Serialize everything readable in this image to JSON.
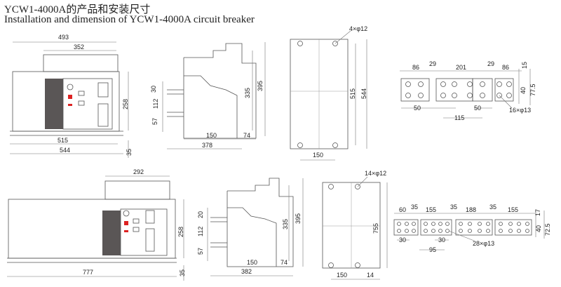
{
  "title_cn": "YCW1-4000A的产品和安装尺寸",
  "title_en": "Installation and dimension of YCW1-4000A circuit breaker",
  "top": {
    "front": {
      "w493": "493",
      "w352": "352",
      "h258": "258",
      "w515": "515",
      "w544": "544",
      "h35": "35"
    },
    "side": {
      "h30": "30",
      "h112": "112",
      "h57": "57",
      "h335": "335",
      "h395": "395",
      "w150": "150",
      "w74": "74",
      "w378": "378"
    },
    "base": {
      "holes": "4×φ12",
      "h515": "515",
      "h544": "544",
      "w150": "150"
    },
    "terminal": {
      "d86a": "86",
      "d29a": "29",
      "d201": "201",
      "d29b": "29",
      "d86b": "86",
      "d15": "15",
      "d40": "40",
      "d775": "77.5",
      "d50a": "50",
      "d50b": "50",
      "d115": "115",
      "holes": "16×φ13"
    }
  },
  "bottom": {
    "front": {
      "w292": "292",
      "h258": "258",
      "w777": "777",
      "h35": "35"
    },
    "side": {
      "h20": "20",
      "h112": "112",
      "h57": "57",
      "h335": "335",
      "h395": "395",
      "w150": "150",
      "w74": "74",
      "w382": "382"
    },
    "base": {
      "holes": "14×φ12",
      "h755": "755",
      "w150": "150",
      "w14": "14"
    },
    "terminal": {
      "d60": "60",
      "d35a": "35",
      "d155a": "155",
      "d35b": "35",
      "d188": "188",
      "d35c": "35",
      "d155b": "155",
      "d17": "17",
      "d40": "40",
      "d725": "72.5",
      "d30a": "30",
      "d30b": "30",
      "d95": "95",
      "holes": "28×φ13"
    }
  }
}
